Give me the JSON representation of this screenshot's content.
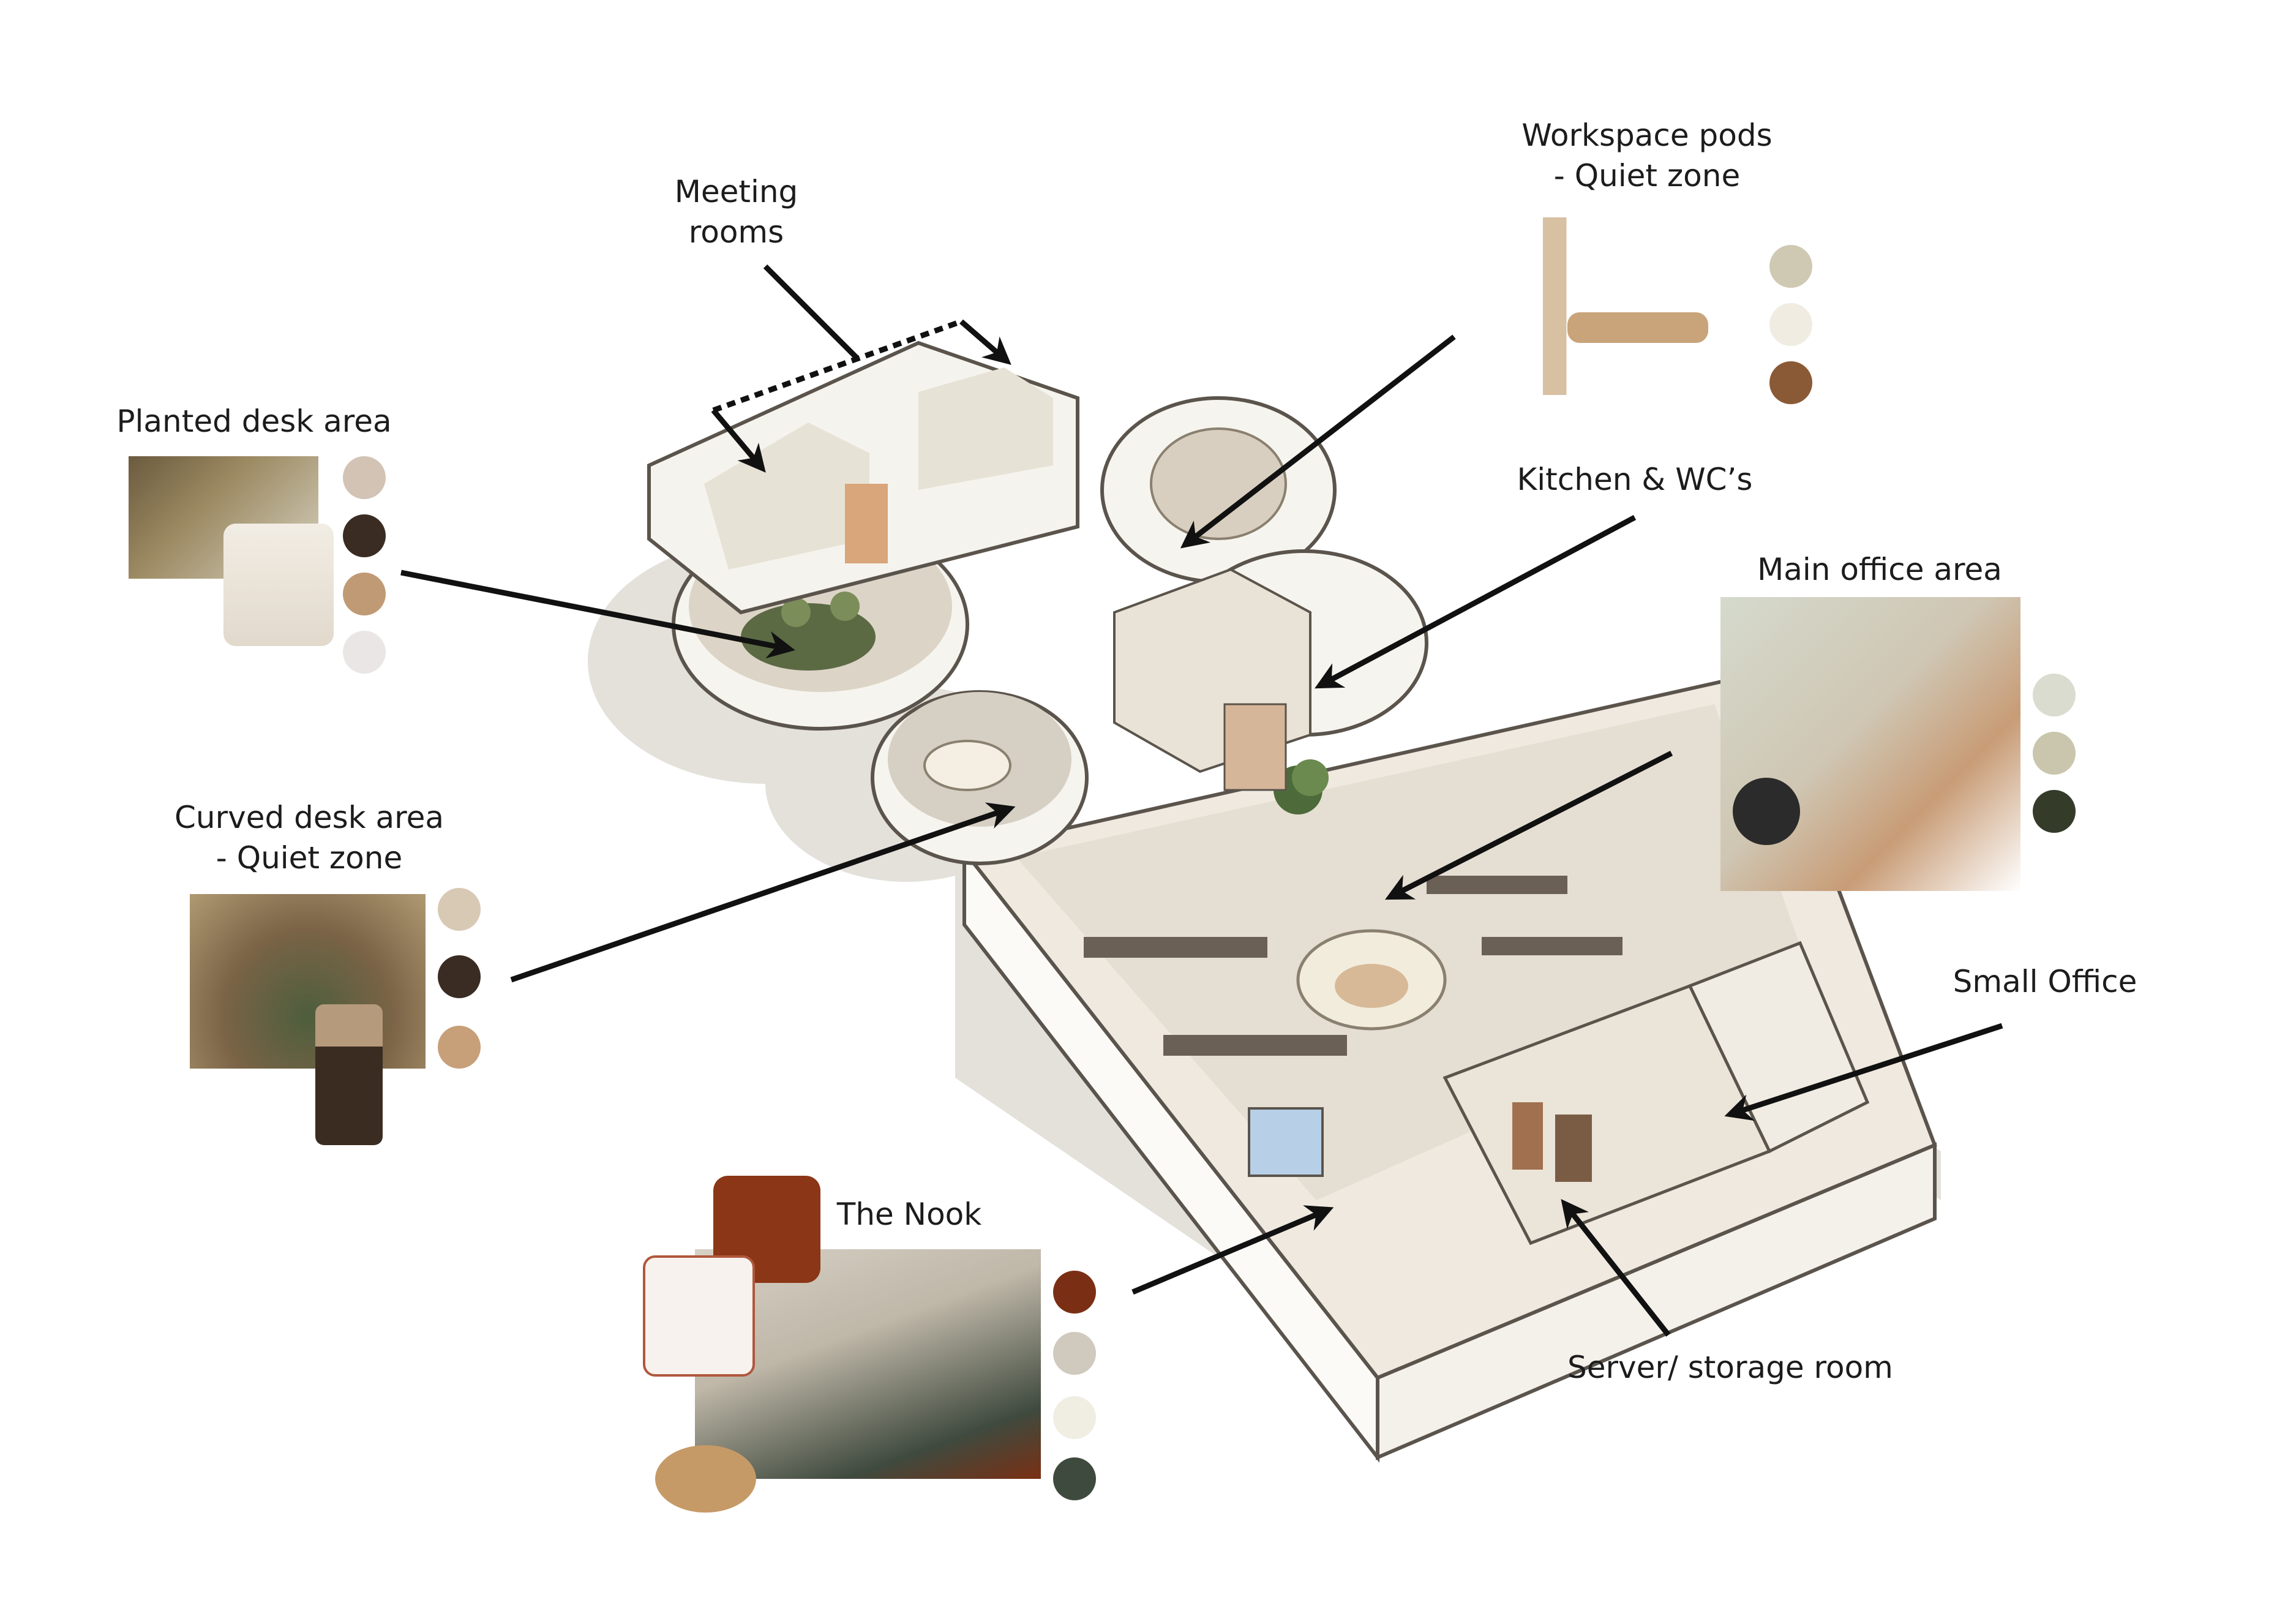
{
  "labels": {
    "meeting_rooms": [
      "Meeting",
      "rooms"
    ],
    "workspace_pods": [
      "Workspace pods",
      "- Quiet zone"
    ],
    "planted_desk": [
      "Planted desk area"
    ],
    "kitchen_wc": [
      "Kitchen & WC’s"
    ],
    "main_office": [
      "Main office area"
    ],
    "curved_desk": [
      "Curved desk area",
      "- Quiet zone"
    ],
    "small_office": [
      "Small Office"
    ],
    "the_nook": [
      "The Nook"
    ],
    "server_storage": [
      "Server/ storage room"
    ]
  },
  "palettes": {
    "planted_desk": [
      "#d3c3b4",
      "#3a2c22",
      "#c09a74",
      "#ebe6e6"
    ],
    "workspace_pods": [
      "#cfc9b4",
      "#f0ece1",
      "#8a5a36"
    ],
    "main_office": [
      "#d9dccf",
      "#c9c6ad",
      "#343b29"
    ],
    "curved_desk": [
      "#d8c9b5",
      "#3a2c22",
      "#c79f78"
    ],
    "the_nook": [
      "#7a2f14",
      "#cfcabd",
      "#f0ede3",
      "#3f4a3e"
    ]
  }
}
